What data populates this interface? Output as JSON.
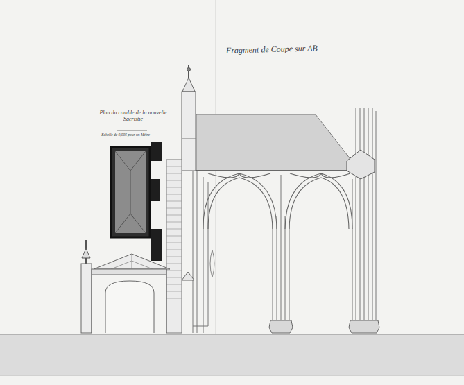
{
  "diagram": {
    "title": "Fragment de Coupe sur AB",
    "labels": [
      "Plan du comble de la nouvelle Sacristie",
      "Echelle de 0,005 pour un Mètre"
    ]
  }
}
